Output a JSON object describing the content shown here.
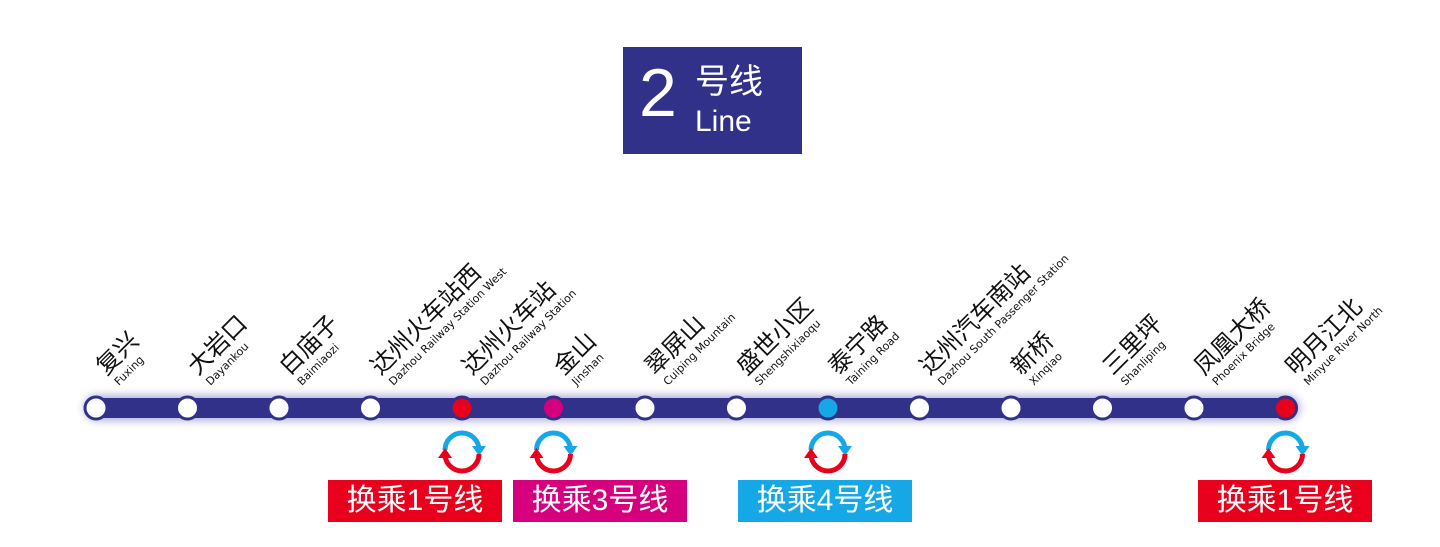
{
  "line": {
    "number": "2",
    "name_cn": "号线",
    "name_en": "Line",
    "color": "#32318a"
  },
  "stations": [
    {
      "cn": "复兴",
      "en": "Fuxing",
      "ring": "#32318a",
      "fill": "#ffffff",
      "transfer": ""
    },
    {
      "cn": "大岩口",
      "en": "Dayankou",
      "ring": "#32318a",
      "fill": "#ffffff",
      "transfer": ""
    },
    {
      "cn": "白庙子",
      "en": "Baimiaozi",
      "ring": "#32318a",
      "fill": "#ffffff",
      "transfer": ""
    },
    {
      "cn": "达州火车站西",
      "en": "Dazhou Railway Station West",
      "ring": "#32318a",
      "fill": "#ffffff",
      "transfer": ""
    },
    {
      "cn": "达州火车站",
      "en": "Dazhou Railway Station",
      "ring": "#32318a",
      "fill": "#e8001c",
      "transfer": "换乘1号线"
    },
    {
      "cn": "金山",
      "en": "Jinshan",
      "ring": "#32318a",
      "fill": "#d6007f",
      "transfer": "换乘3号线"
    },
    {
      "cn": "翠屏山",
      "en": "Cuiping Mountain",
      "ring": "#32318a",
      "fill": "#ffffff",
      "transfer": ""
    },
    {
      "cn": "盛世小区",
      "en": "Shengshixiaoqu",
      "ring": "#32318a",
      "fill": "#ffffff",
      "transfer": ""
    },
    {
      "cn": "泰宁路",
      "en": "Taining Road",
      "ring": "#32318a",
      "fill": "#16a8e6",
      "transfer": "换乘4号线"
    },
    {
      "cn": "达州汽车南站",
      "en": "Dazhou South Passenger Station",
      "ring": "#32318a",
      "fill": "#ffffff",
      "transfer": ""
    },
    {
      "cn": "新桥",
      "en": "Xinqiao",
      "ring": "#32318a",
      "fill": "#ffffff",
      "transfer": ""
    },
    {
      "cn": "三里坪",
      "en": "Shanliping",
      "ring": "#32318a",
      "fill": "#ffffff",
      "transfer": ""
    },
    {
      "cn": "凤凰大桥",
      "en": "Phoenix Bridge",
      "ring": "#32318a",
      "fill": "#ffffff",
      "transfer": ""
    },
    {
      "cn": "明月江北",
      "en": "Minyue River North",
      "ring": "#32318a",
      "fill": "#e8001c",
      "transfer": "换乘1号线"
    }
  ],
  "transfers": [
    {
      "label": "换乘1号线",
      "color": "#e8001c"
    },
    {
      "label": "换乘3号线",
      "color": "#d6007f"
    },
    {
      "label": "换乘4号线",
      "color": "#16a8e6"
    },
    {
      "label": "换乘1号线",
      "color": "#e8001c"
    }
  ],
  "colors": {
    "transfer_icon_top": "#16a8e6",
    "transfer_icon_bottom": "#e8001c"
  }
}
